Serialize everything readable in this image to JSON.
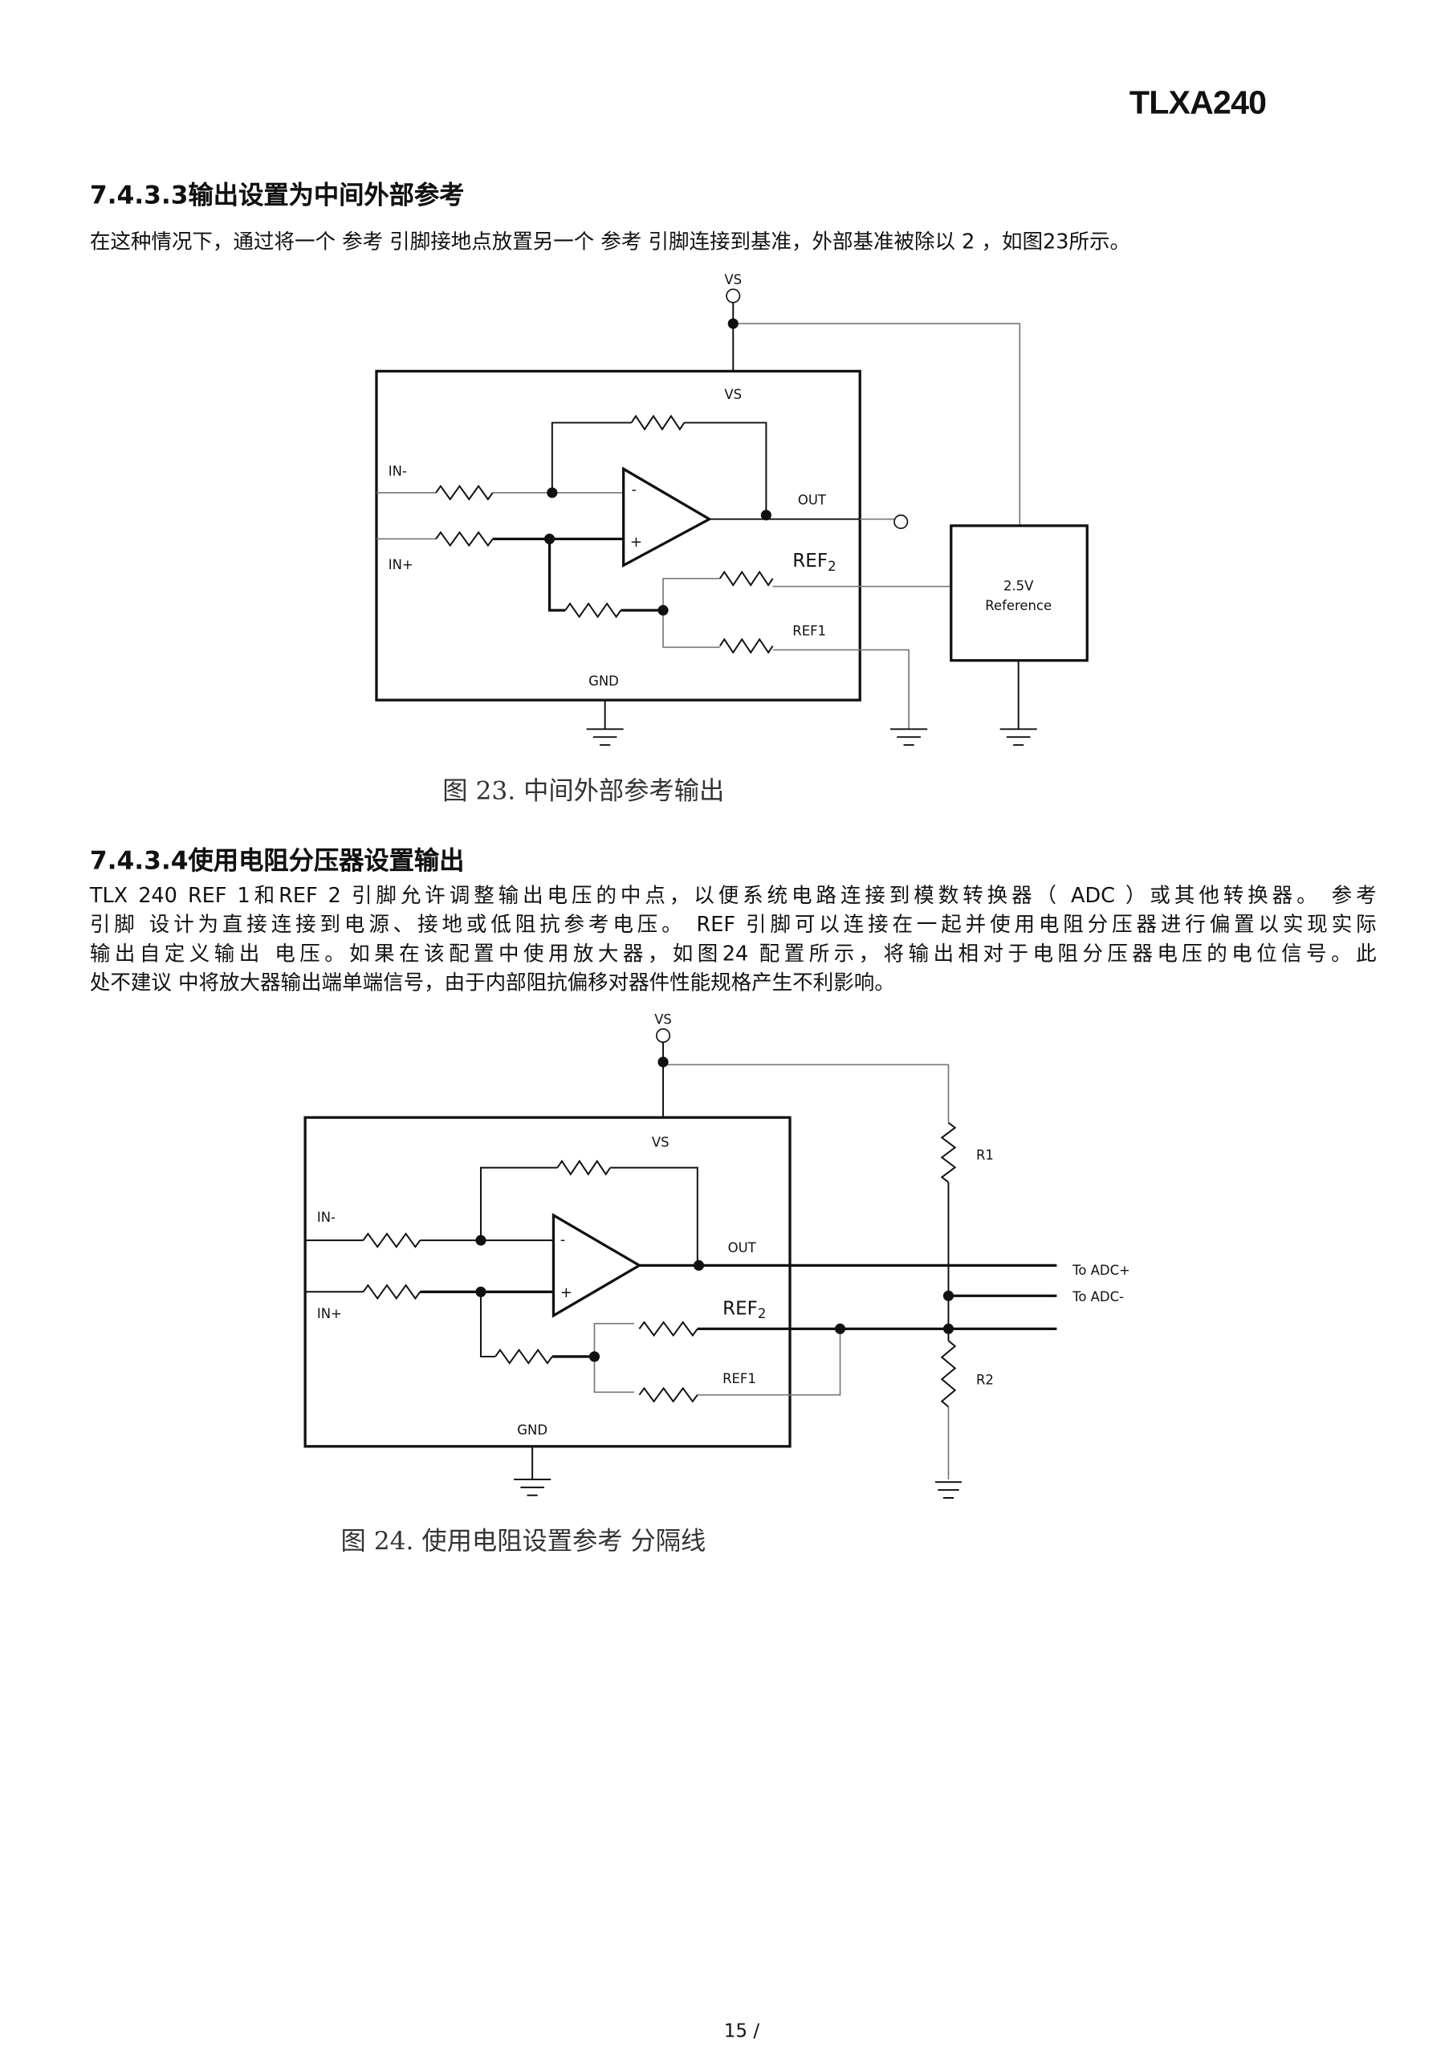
{
  "header": {
    "doc_title": "TLXA240"
  },
  "section1": {
    "heading": "7.4.3.3输出设置为中间外部参考",
    "paragraph": "在这种情况下，通过将一个 参考 引脚接地点放置另一个 参考 引脚连接到基准，外部基准被除以 2 ，如图23所示。",
    "figure": {
      "labels": {
        "vs_top": "VS",
        "vs_inner": "VS",
        "in_minus": "IN-",
        "in_plus": "IN+",
        "out": "OUT",
        "ref2": "REF",
        "ref2_sub": "2",
        "ref1": "REF1",
        "gnd": "GND",
        "ref_voltage": "2.5V",
        "ref_name": "Reference",
        "minus": "-",
        "plus": "+"
      },
      "caption": "图 23. 中间外部参考输出"
    }
  },
  "section2": {
    "heading": "7.4.3.4使用电阻分压器设置输出",
    "paragraph_lines": [
      "TLX 240  REF 1和REF 2 引脚允许调整输出电压的中点，以便系统电路连接到模数转换器（ ADC ）或其他转换器。 参考",
      "引脚  设计为直接连接到电源、接地或低阻抗参考电压。 REF 引脚可以连接在一起并使用电阻分压器进行偏置以实现实际",
      "输出自定义输出  电压。如果在该配置中使用放大器，如图24 配置所示，将输出相对于电阻分压器电压的电位信号。此",
      "处不建议 中将放大器输出端单端信号，由于内部阻抗偏移对器件性能规格产生不利影响。"
    ],
    "figure": {
      "labels": {
        "vs_top": "VS",
        "vs_inner": "VS",
        "in_minus": "IN-",
        "in_plus": "IN+",
        "out": "OUT",
        "ref2": "REF",
        "ref2_sub": "2",
        "ref1": "REF1",
        "gnd": "GND",
        "r1": "R1",
        "r2": "R2",
        "to_adc_plus": "To ADC+",
        "to_adc_minus": "To ADC-",
        "minus": "-",
        "plus": "+"
      },
      "caption": "图 24. 使用电阻设置参考 分隔线"
    }
  },
  "footer": {
    "page_number": "15 /"
  }
}
